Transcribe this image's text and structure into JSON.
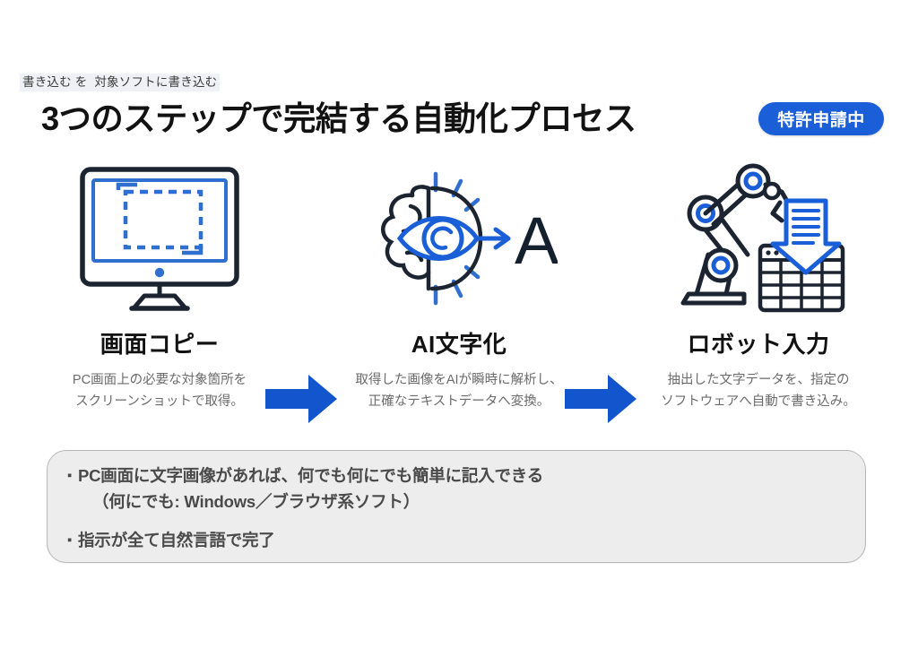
{
  "top_note": "書き込む を  対象ソフトに書き込む",
  "header": {
    "title": "3つのステップで完結する自動化プロセス",
    "badge_label": "特許申請中"
  },
  "colors": {
    "accent_blue": "#1a5fd8",
    "arrow_blue": "#1255cc",
    "icon_dark": "#1b2430",
    "box_fill": "#ededed",
    "box_border": "#b8b8b8",
    "title_black": "#121212",
    "desc_gray": "#6b6b6b"
  },
  "steps": [
    {
      "icon": "monitor-screenshot-icon",
      "title": "画面コピー",
      "desc_line1": "PC画面上の必要な対象箇所を",
      "desc_line2": "スクリーンショットで取得。"
    },
    {
      "icon": "ai-brain-eye-icon",
      "title": "AI文字化",
      "desc_line1": "取得した画像をAIが瞬時に解析し、",
      "desc_line2": "正確なテキストデータへ変換。"
    },
    {
      "icon": "robot-arm-table-icon",
      "title": "ロボット入力",
      "desc_line1": "抽出した文字データを、指定の",
      "desc_line2": "ソフトウェアへ自動で書き込み。"
    }
  ],
  "arrows": [
    {
      "icon": "arrow-right-icon"
    },
    {
      "icon": "arrow-right-icon"
    }
  ],
  "info_box": {
    "bullet1": "PC画面に文字画像があれば、何でも何にでも簡単に記入できる",
    "bullet1_sub": "（何にでも: Windows／ブラウザ系ソフト）",
    "bullet2": "指示が全て自然言語で完了",
    "bullet_mark": "▪"
  }
}
